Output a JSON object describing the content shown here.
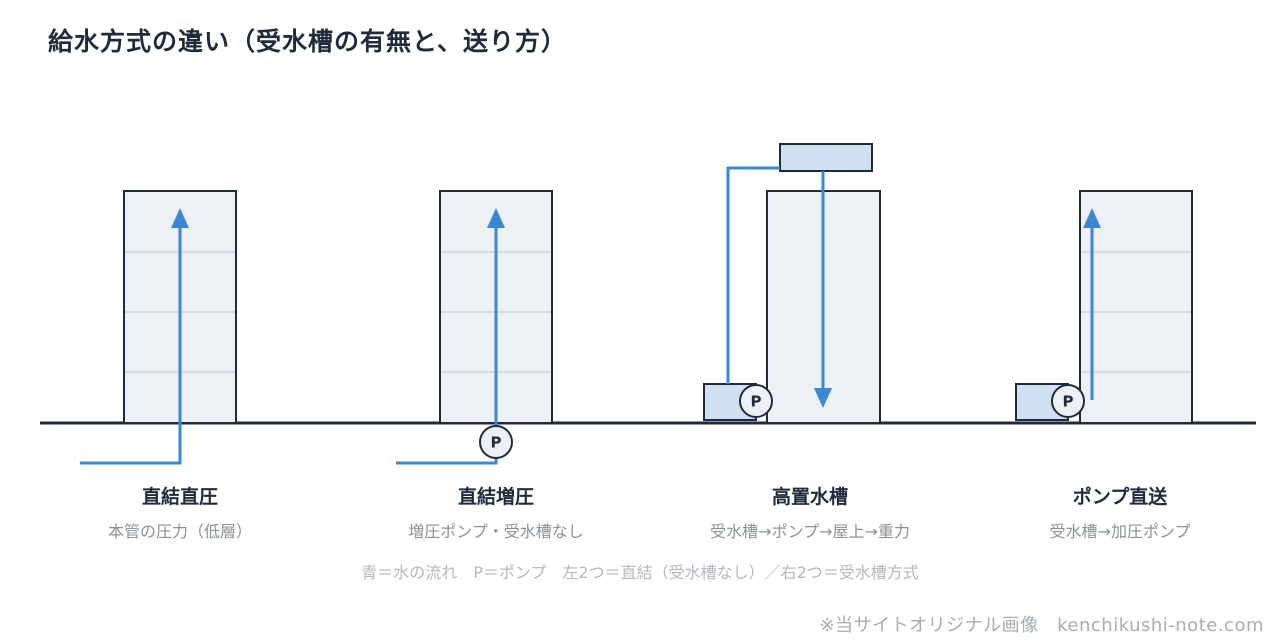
{
  "title": "給水方式の違い（受水槽の有無と、送り方）",
  "systems": [
    {
      "name": "直結直圧",
      "desc": "本管の圧力（低層）"
    },
    {
      "name": "直結増圧",
      "desc": "増圧ポンプ・受水槽なし"
    },
    {
      "name": "高置水槽",
      "desc": "受水槽→ポンプ→屋上→重力"
    },
    {
      "name": "ポンプ直送",
      "desc": "受水槽→加圧ポンプ"
    }
  ],
  "pump_label": "P",
  "legend": "青＝水の流れ　P＝ポンプ　左2つ＝直結（受水槽なし）／右2つ＝受水槽方式",
  "credit": "※当サイトオリジナル画像　kenchikushi-note.com",
  "colors": {
    "water_flow": "#3a87d6",
    "outline": "#1f2b3d",
    "building_fill": "#edf1f6",
    "tank_fill": "#cfe0f2",
    "floor_line": "#c9d2dc"
  }
}
